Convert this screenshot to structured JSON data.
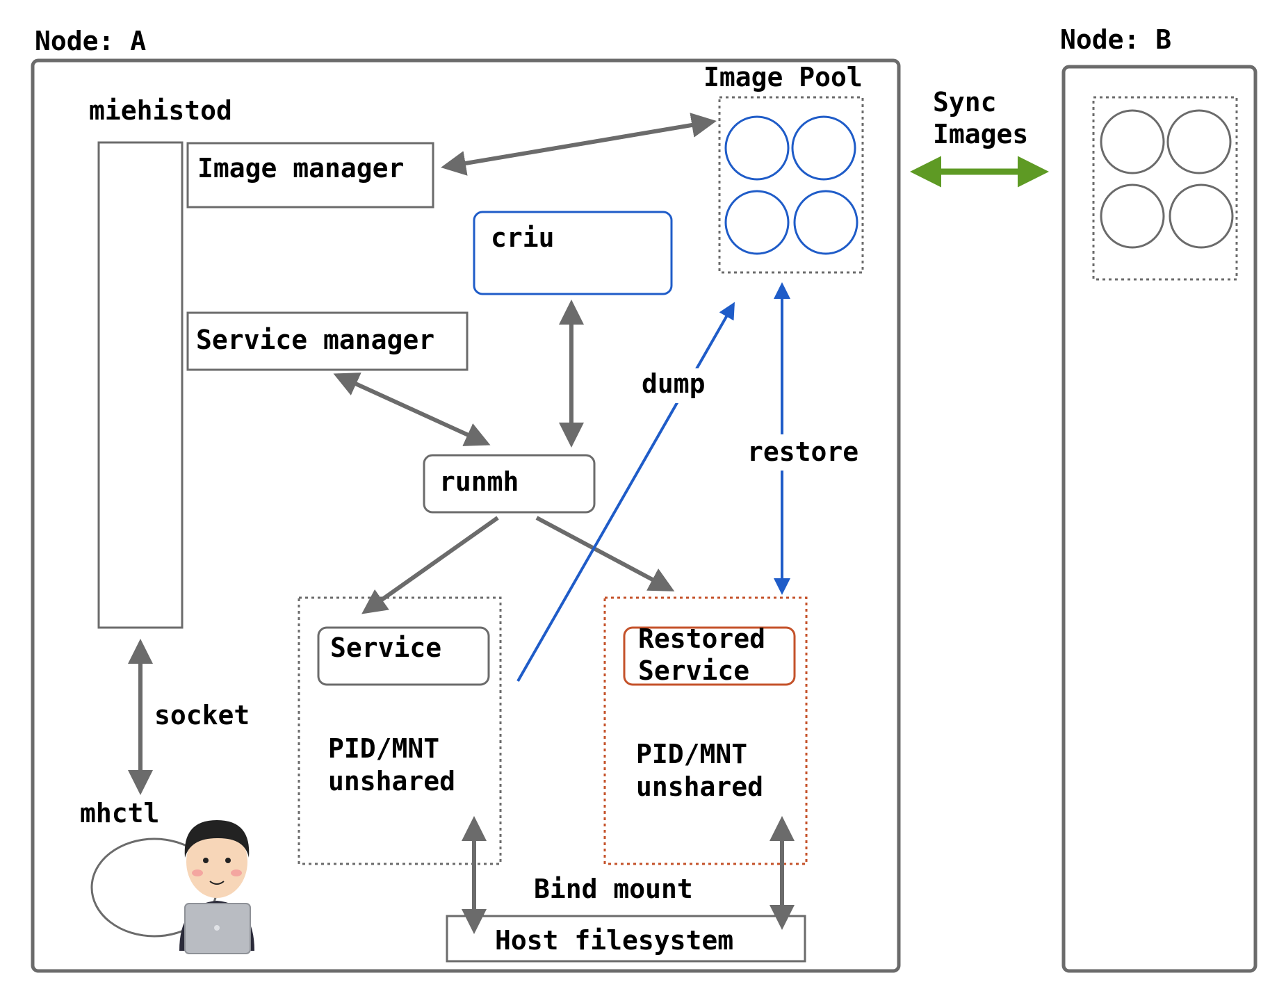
{
  "node_a": {
    "label": "Node: A"
  },
  "node_b": {
    "label": "Node: B"
  },
  "miehistod": {
    "label": "miehistod"
  },
  "image_manager": {
    "label": "Image manager"
  },
  "service_manager": {
    "label": "Service manager"
  },
  "criu": {
    "label": "criu"
  },
  "runmh": {
    "label": "runmh"
  },
  "image_pool": {
    "label": "Image Pool"
  },
  "sync": {
    "line1": "Sync",
    "line2": "Images"
  },
  "dump": {
    "label": "dump"
  },
  "restore": {
    "label": "restore"
  },
  "service": {
    "label": "Service",
    "ns_line1": "PID/MNT",
    "ns_line2": "unshared"
  },
  "restored_service": {
    "line1": "Restored",
    "line2": "Service",
    "ns_line1": "PID/MNT",
    "ns_line2": "unshared"
  },
  "socket": {
    "label": "socket"
  },
  "mhctl": {
    "label": "mhctl"
  },
  "bind_mount": {
    "label": "Bind mount"
  },
  "host_fs": {
    "label": "Host filesystem"
  },
  "colors": {
    "gray": "#6b6b6b",
    "blue": "#1f5cc8",
    "orange": "#c4522a",
    "green": "#5e9a24"
  }
}
